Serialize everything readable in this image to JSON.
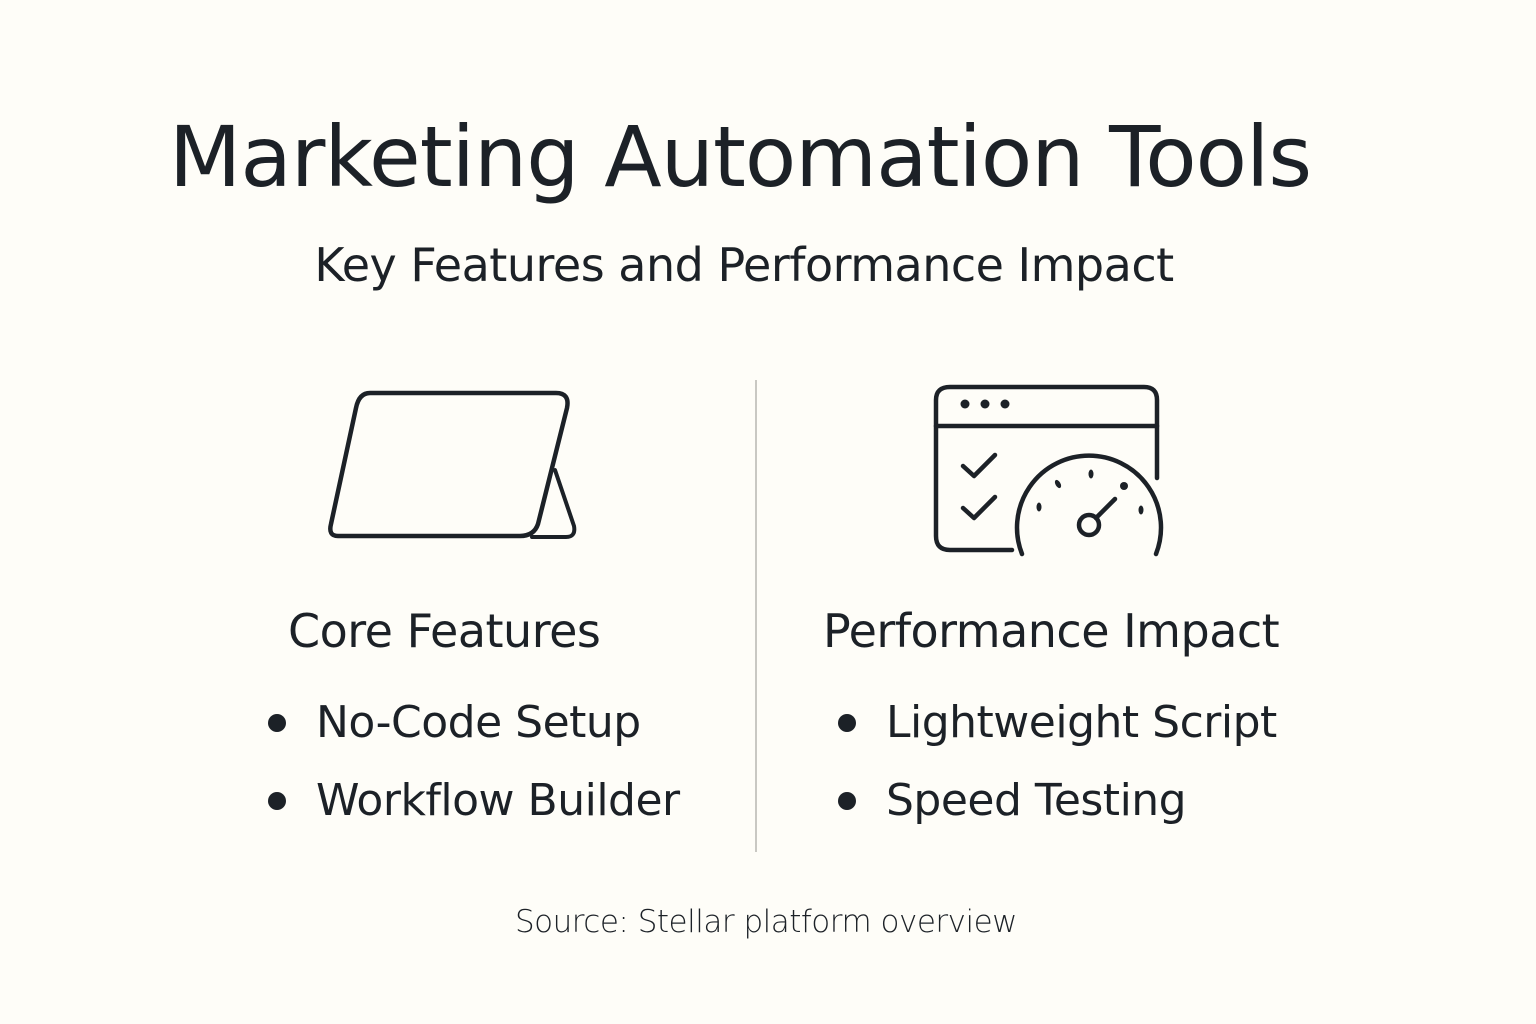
{
  "header": {
    "title": "Marketing Automation Tools",
    "subtitle": "Key Features and Performance Impact"
  },
  "columns": [
    {
      "icon": "tablet-icon",
      "heading": "Core Features",
      "items": [
        "No-Code Setup",
        "Workflow Builder"
      ]
    },
    {
      "icon": "browser-speedometer-icon",
      "heading": "Performance Impact",
      "items": [
        "Lightweight Script",
        "Speed Testing"
      ]
    }
  ],
  "footer": {
    "source": "Source: Stellar platform overview"
  },
  "colors": {
    "background": "#fefdf8",
    "text": "#1c2127",
    "divider": "#c9c8c3"
  }
}
